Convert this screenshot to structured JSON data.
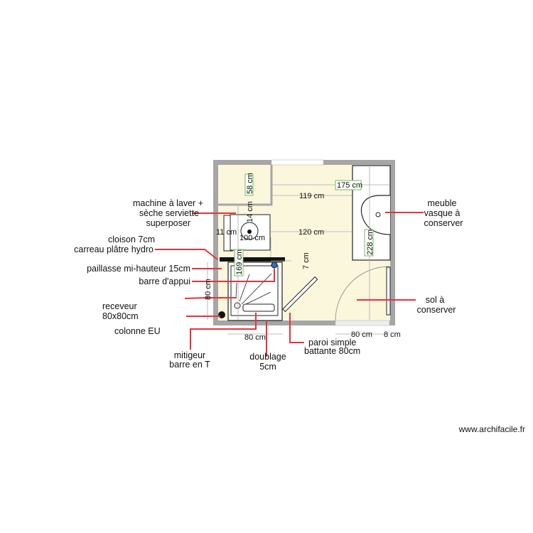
{
  "labels": {
    "machine": [
      "machine à laver +",
      "sèche serviette",
      "superposer"
    ],
    "cloison": [
      "cloison 7cm",
      "carreau plâtre hydro"
    ],
    "paillasse": "paillasse mi-hauteur 15cm",
    "barre": "barre d'appui",
    "receveur": [
      "receveur",
      "80x80cm"
    ],
    "colonne": "colonne EU",
    "mitigeur": [
      "mitigeur",
      "barre en T"
    ],
    "doublage": [
      "doublage",
      "5cm"
    ],
    "paroi": [
      "paroi simple",
      "battante 80cm"
    ],
    "meuble": [
      "meuble",
      "vasque à",
      "conserver"
    ],
    "sol": [
      "sol à",
      "conserver"
    ]
  },
  "dimensions": {
    "d58": "58 cm",
    "d175": "175 cm",
    "d119": "119 cm",
    "d14": "14 cm",
    "d11": "11 cm",
    "d100": "100 cm",
    "d120": "120 cm",
    "d228": "228 cm",
    "d7": "7 cm",
    "d169": "169 cm",
    "d80v": "80 cm",
    "d80b": "80 cm",
    "d80r": "80 cm",
    "d8": "8 cm"
  },
  "watermark": "www.archifacile.fr",
  "colors": {
    "wall": "#a6a6a6",
    "floor": "#fbf7dd",
    "leader": "#e8323c",
    "dimension_box": "#6dbf5b"
  }
}
